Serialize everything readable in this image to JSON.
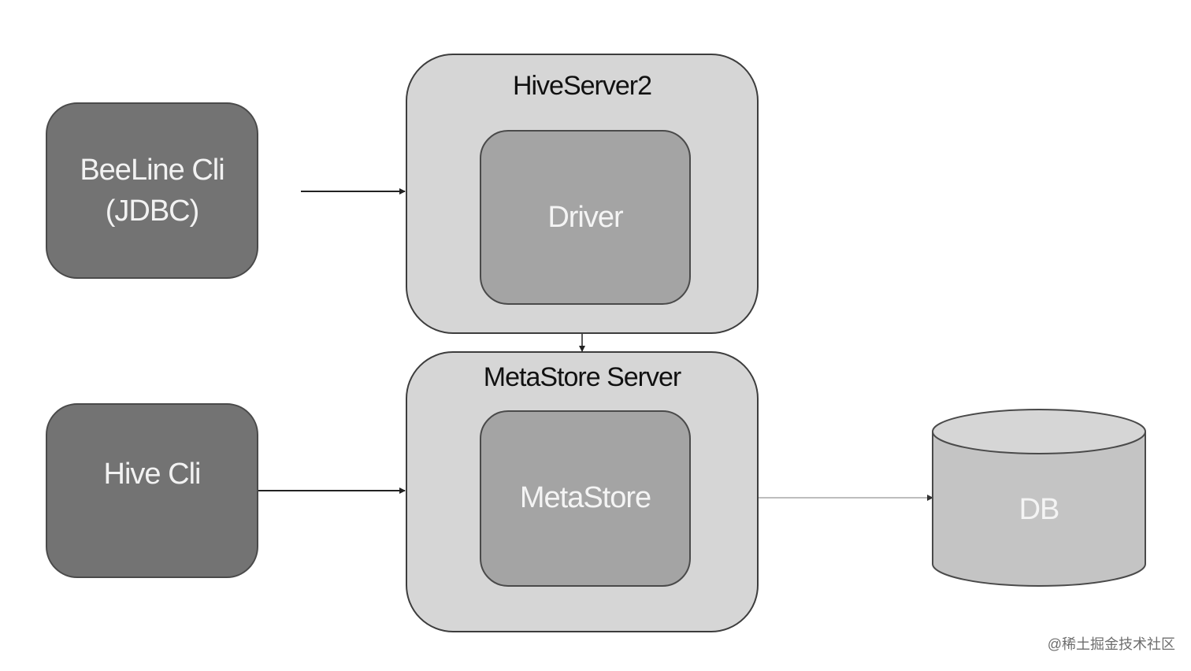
{
  "nodes": {
    "beeline": {
      "line1": "BeeLine Cli",
      "line2": "(JDBC)"
    },
    "hive_cli": {
      "label": "Hive Cli"
    },
    "hiveserver2": {
      "title": "HiveServer2",
      "inner": "Driver"
    },
    "metastore_server": {
      "title": "MetaStore Server",
      "inner": "MetaStore"
    },
    "db": {
      "label": "DB"
    }
  },
  "watermark": "@稀土掘金技术社区",
  "colors": {
    "client_fill": "#737373",
    "server_fill": "#d6d6d6",
    "inner_fill": "#a4a4a4",
    "db_fill": "#c4c4c4",
    "edge": "#222222"
  }
}
